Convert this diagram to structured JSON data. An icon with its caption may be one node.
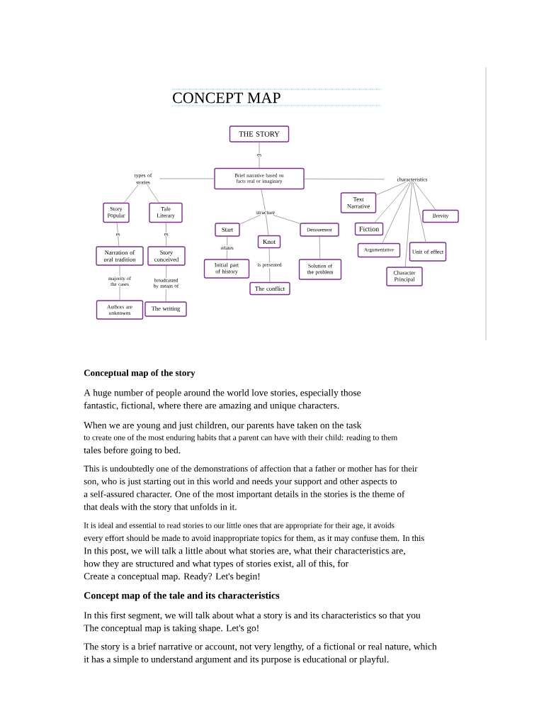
{
  "diagram": {
    "title": "CONCEPT MAP",
    "nodes": [
      {
        "text": [
          "THE STORY"
        ]
      },
      {
        "text": [
          "Brief narrative based on facts real or imaginary"
        ]
      },
      {
        "text": [
          "Story Popular"
        ]
      },
      {
        "text": [
          "Tale Literary"
        ]
      },
      {
        "text": [
          "Narration of oral tradition"
        ]
      },
      {
        "text": [
          "Story conceived"
        ]
      },
      {
        "text": [
          "Authors are unknowns"
        ]
      },
      {
        "text": [
          "The writing"
        ]
      },
      {
        "text": [
          "Start"
        ]
      },
      {
        "text": [
          "Knot"
        ]
      },
      {
        "text": [
          "Denouement"
        ]
      },
      {
        "text": [
          "Initial part of history"
        ]
      },
      {
        "text": [
          "The conflict"
        ]
      },
      {
        "text": [
          "Solution of the problem"
        ]
      },
      {
        "text": [
          "Text Narrative"
        ]
      },
      {
        "text": [
          "Fiction"
        ]
      },
      {
        "text": [
          "Argumentative"
        ]
      },
      {
        "text": [
          "Unit of effect"
        ]
      },
      {
        "text": [
          "Character Principal"
        ]
      },
      {
        "text": [
          "Brevity"
        ]
      },
      {
        "text": [
          "types of stories"
        ]
      },
      {
        "text": [
          "structure"
        ]
      },
      {
        "text": [
          "characteristics"
        ]
      }
    ],
    "edges": [
      {
        "from": 0,
        "to": 1,
        "arrow": "none",
        "label": "es"
      },
      {
        "from": 1,
        "to": 20,
        "arrow": "none"
      },
      {
        "from": 20,
        "to": 2,
        "arrow": "none"
      },
      {
        "from": 20,
        "to": 3,
        "arrow": "none"
      },
      {
        "from": 2,
        "to": 4,
        "arrow": "none",
        "label": "es"
      },
      {
        "from": 3,
        "to": 5,
        "arrow": "none",
        "label": "es"
      },
      {
        "from": 4,
        "to": 6,
        "arrow": "none",
        "label": "majority of the cases"
      },
      {
        "from": 5,
        "to": 7,
        "arrow": "none",
        "label": "broadcasted by means of"
      },
      {
        "from": 1,
        "to": 21,
        "arrow": "none"
      },
      {
        "from": 21,
        "to": 8,
        "arrow": "none"
      },
      {
        "from": 21,
        "to": 9,
        "arrow": "none"
      },
      {
        "from": 21,
        "to": 10,
        "arrow": "none"
      },
      {
        "from": 8,
        "to": 11,
        "arrow": "none",
        "label": "relates"
      },
      {
        "from": 9,
        "to": 12,
        "arrow": "none",
        "label": "is presented"
      },
      {
        "from": 10,
        "to": 13,
        "arrow": "none"
      },
      {
        "from": 1,
        "to": 22,
        "arrow": "none"
      },
      {
        "from": 22,
        "to": 14,
        "arrow": "none"
      },
      {
        "from": 22,
        "to": 15,
        "arrow": "none"
      },
      {
        "from": 22,
        "to": 16,
        "arrow": "none"
      },
      {
        "from": 22,
        "to": 17,
        "arrow": "none"
      },
      {
        "from": 22,
        "to": 18,
        "arrow": "none"
      },
      {
        "from": 22,
        "to": 19,
        "arrow": "none"
      }
    ],
    "labels": [
      "Conceptual map of the story",
      "A huge number of people around the world love stories, especially those",
      "fantastic, fictional, where there are amazing and unique characters.",
      "When we are young and just children, our parents have taken on the task",
      "to create one of the most enduring habits that a parent can have with their child: reading to them",
      "tales before going to bed.",
      "This is undoubtedly one of the demonstrations of affection that a father or mother has for their",
      "son, who is just starting out in this world and needs your support and other aspects to",
      "a self-assured character. One of the most important details in the stories is the theme of",
      "that deals with the story that unfolds in it.",
      "It is ideal and essential to read stories to our little ones that are appropriate for their age, it avoids",
      "every effort should be made to avoid inappropriate topics for them, as it may confuse them. In this",
      "In this post, we will talk a little about what stories are, what their characteristics are,",
      "how they are structured and what types of stories exist, all of this, for",
      "Create a conceptual map. Ready? Let's begin!",
      "Concept map of the tale and its characteristics",
      "In this first segment, we will talk about what a story is and its characteristics so that you",
      "The conceptual map is taking shape. Let's go!",
      "The story is a brief narrative or account, not very lengthy, of a fictional or real nature, which",
      "it has a simple to understand argument and its purpose is educational or playful."
    ]
  }
}
